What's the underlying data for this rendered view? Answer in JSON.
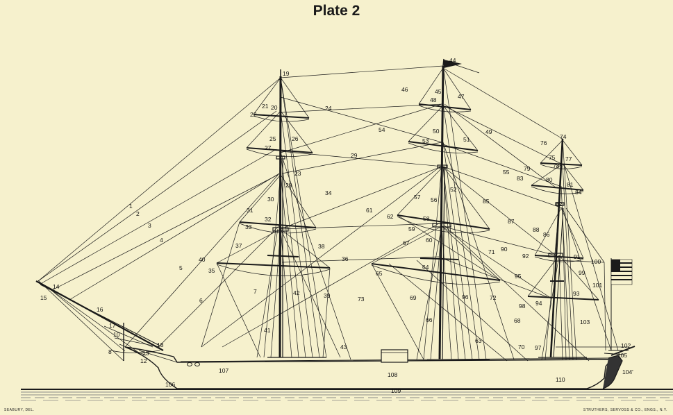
{
  "title": "Plate 2",
  "credit_left": "SEABURY, DEL.",
  "credit_right": "STRUTHERS, SERVOSS & CO., ENGS., N.Y.",
  "colors": {
    "paper": "#f6f1cd",
    "ink": "#1a1a1a",
    "sea": "#8a8a86"
  },
  "labels": [
    "1",
    "2",
    "3",
    "4",
    "5",
    "6",
    "7",
    "8",
    "10",
    "12",
    "13",
    "14",
    "15",
    "16",
    "17",
    "18",
    "19",
    "20",
    "21",
    "22",
    "23",
    "24",
    "25",
    "26",
    "27",
    "28",
    "29",
    "30",
    "31",
    "32",
    "33",
    "34",
    "35",
    "36",
    "37",
    "38",
    "39",
    "40",
    "41",
    "42",
    "43",
    "44",
    "45",
    "46",
    "47",
    "48",
    "49",
    "50",
    "51",
    "52",
    "53",
    "54",
    "55",
    "56",
    "57",
    "58",
    "59",
    "60",
    "61",
    "62",
    "63",
    "64",
    "65",
    "66",
    "67",
    "68",
    "69",
    "70",
    "71",
    "72",
    "73",
    "74",
    "75",
    "76",
    "77",
    "78",
    "79",
    "80",
    "81",
    "82",
    "83",
    "84",
    "85",
    "86",
    "87",
    "88",
    "90",
    "91",
    "92",
    "93",
    "94",
    "95",
    "96",
    "97",
    "98",
    "99",
    "100",
    "101",
    "102",
    "103",
    "104'",
    "105",
    "106",
    "107",
    "108",
    "109",
    "110"
  ]
}
